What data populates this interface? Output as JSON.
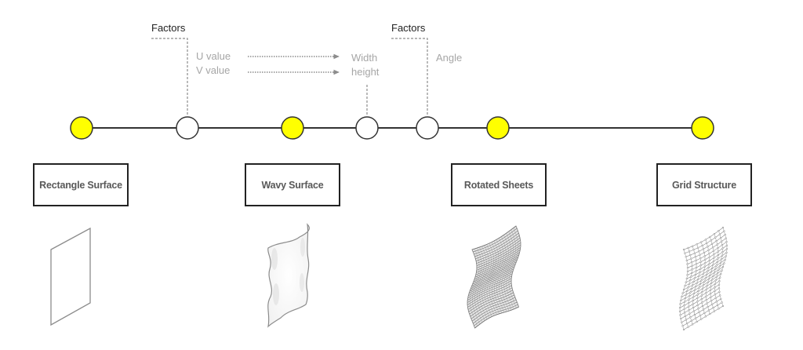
{
  "colors": {
    "milestone_fill": "#ffff00",
    "node_stroke": "#333333",
    "line": "#333333",
    "dashed": "#8c8c8c",
    "param_text": "#a6a6a6",
    "stage_text": "#595959"
  },
  "annotations": {
    "factors_1": "Factors",
    "factors_2": "Factors",
    "u_value": "U value",
    "v_value": "V value",
    "width": "Width",
    "height": "height",
    "angle": "Angle"
  },
  "timeline": {
    "nodes": [
      {
        "type": "milestone",
        "name": "rectangle-surface"
      },
      {
        "type": "input",
        "name": "factors-uv"
      },
      {
        "type": "milestone",
        "name": "wavy-surface"
      },
      {
        "type": "input",
        "name": "width-height"
      },
      {
        "type": "input",
        "name": "angle"
      },
      {
        "type": "milestone",
        "name": "rotated-sheets"
      },
      {
        "type": "milestone",
        "name": "grid-structure"
      }
    ]
  },
  "stages": [
    {
      "label": "Rectangle Surface",
      "icon": "flat-rectangle-surface-icon"
    },
    {
      "label": "Wavy Surface",
      "icon": "wavy-surface-icon"
    },
    {
      "label": "Rotated Sheets",
      "icon": "rotated-sheets-mesh-icon"
    },
    {
      "label": "Grid Structure",
      "icon": "grid-structure-lattice-icon"
    }
  ]
}
